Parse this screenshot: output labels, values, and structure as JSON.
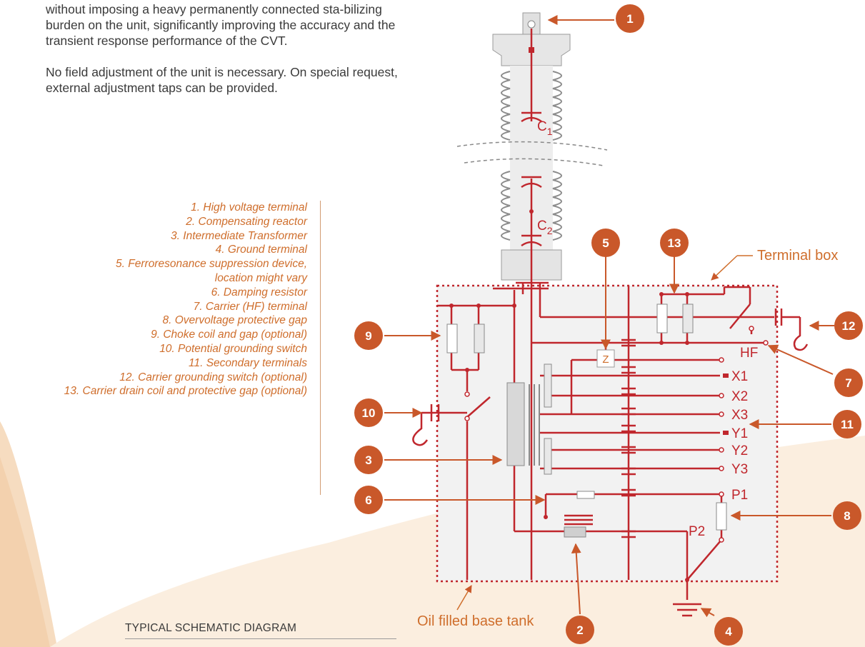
{
  "intro": {
    "paragraph_1": "without imposing a heavy permanently  connected sta-bilizing burden on the unit, significantly improving the accuracy and the transient response performance of the CVT.",
    "paragraph_2": "No field adjustment of the unit is necessary. On special request, external adjustment taps can be provided."
  },
  "legend": [
    "1. High voltage terminal",
    "2. Compensating reactor",
    "3. Intermediate Transformer",
    "4. Ground terminal",
    "5. Ferroresonance suppression device,",
    "location might vary",
    "6. Damping resistor",
    "7. Carrier (HF) terminal",
    "8. Overvoltage protective gap",
    "9. Choke coil and gap (optional)",
    "10. Potential grounding switch",
    "11. Secondary terminals",
    "12. Carrier grounding switch (optional)",
    "13. Carrier drain coil and  protective gap (optional)"
  ],
  "caption": "TYPICAL SCHEMATIC DIAGRAM",
  "diagram": {
    "capacitor_labels": {
      "c1_base": "C",
      "c1_sub": "1",
      "c2_base": "C",
      "c2_sub": "2"
    },
    "terminal_box_label": "Terminal box",
    "base_tank_label": "Oil filled base tank",
    "z_label": "Z",
    "hf_label": "HF",
    "terminals": [
      "X1",
      "X2",
      "X3",
      "Y1",
      "Y2",
      "Y3",
      "P1",
      "P2"
    ],
    "badges": [
      "1",
      "2",
      "3",
      "4",
      "5",
      "6",
      "7",
      "8",
      "9",
      "10",
      "11",
      "12",
      "13"
    ]
  },
  "colors": {
    "circuit": "#c0272d",
    "badge": "#c9582a",
    "label": "#cf6e2c",
    "insulator_fill": "#e8e8e8",
    "tank_fill": "#f2f2f2",
    "background_wave": "#f9e8d6"
  }
}
